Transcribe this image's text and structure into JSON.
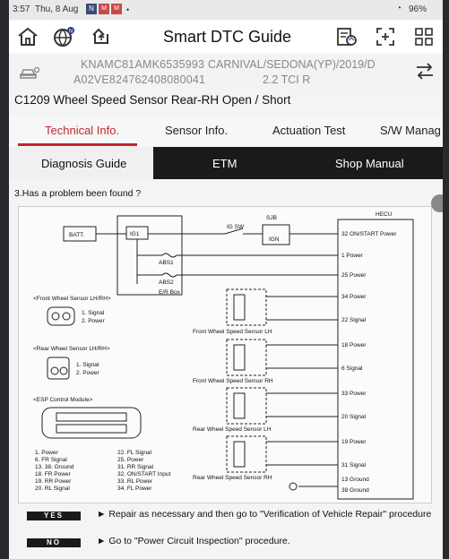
{
  "status": {
    "time": "3:57",
    "date": "Thu, 8 Aug",
    "n1": "N",
    "n2": "M",
    "n3": "M",
    "battery": "96%"
  },
  "header": {
    "title": "Smart DTC Guide"
  },
  "vehicle": {
    "vin_line1": "KNAMC81AMK6535993",
    "vin_line2": "A02VE824762408080041",
    "model_line1": "CARNIVAL/SEDONA(YP)/2019/D",
    "model_line2": "2.2 TCI R"
  },
  "dtc": {
    "title": "C1209 Wheel Speed Sensor Rear-RH Open / Short"
  },
  "tabs": [
    {
      "label": "Technical Info."
    },
    {
      "label": "Sensor Info."
    },
    {
      "label": "Actuation Test"
    },
    {
      "label": "S/W Manag"
    }
  ],
  "subtabs": [
    {
      "label": "Diagnosis Guide"
    },
    {
      "label": "ETM"
    },
    {
      "label": "Shop Manual"
    }
  ],
  "question": "3.Has a problem been found ?",
  "diagram": {
    "batt": "BATT.",
    "ig1": "IG1",
    "igsw": "IG SW",
    "sjb": "SJB",
    "ign": "IGN",
    "abs1": "ABS1",
    "abs2": "ABS2",
    "erbox": "E/R Box",
    "hecu": "HECU",
    "hecu_pins": [
      "32 ON/START Power",
      "1 Power",
      "25 Power",
      "34 Power",
      "22 Signal",
      "18 Power",
      "6 Signal",
      "33 Power",
      "20 Signal",
      "19 Power",
      "31 Signal",
      "13 Ground",
      "38 Ground"
    ],
    "sensors": [
      "Front Wheel Speed Sensor LH",
      "Front Wheel Speed Sensor RH",
      "Rear Wheel Speed Sensor LH",
      "Rear Wheel Speed Sensor RH"
    ],
    "front_title": "<Front Wheel Sensor LH/RH>",
    "front_pins": [
      "1. Signal",
      "2. Power"
    ],
    "rear_title": "<Rear Wheel Sensor LH/RH>",
    "rear_pins": [
      "1. Signal",
      "2. Power"
    ],
    "esp_title": "<ESP Control Module>",
    "esp_left": [
      "1. Power",
      "6. FR Signal",
      "13. 38. Ground",
      "18. FR Power",
      "19. RR Power",
      "20. RL Signal"
    ],
    "esp_right": [
      "22. FL Signal",
      "25. Power",
      "31. RR Signal",
      "32. ON/START Input",
      "33. RL Power",
      "34. FL Power"
    ]
  },
  "answers": {
    "yes_label": "YES",
    "yes_text": "Repair as necessary and then go to \"Verification of Vehicle Repair\" procedure",
    "no_label": "NO",
    "no_text": "Go to \"Power Circuit Inspection\" procedure."
  }
}
